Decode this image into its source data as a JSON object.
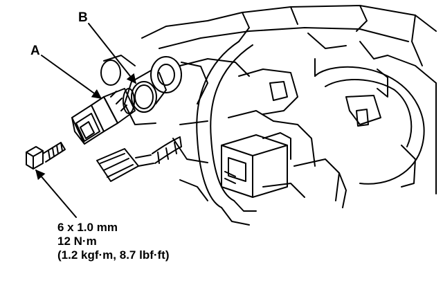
{
  "callouts": {
    "a": "A",
    "b": "B"
  },
  "torque_spec": {
    "bolt_size": "6 x 1.0 mm",
    "torque_nm": "12 N·m",
    "torque_alt": "(1.2 kgf·m, 8.7 lbf·ft)"
  },
  "colors": {
    "ink": "#000000",
    "paper": "#ffffff"
  }
}
